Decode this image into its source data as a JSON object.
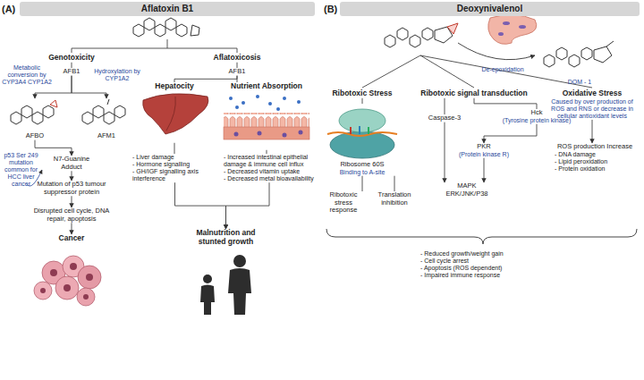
{
  "diagram": {
    "nodes": [
      {
        "text": [
          "Aflatoxin B1"
        ]
      },
      {
        "text": [
          "Genotoxicity"
        ]
      },
      {
        "text": [
          "Aflatoxicosis"
        ]
      },
      {
        "text": [
          "AFB1"
        ]
      },
      {
        "text": [
          "AFBO"
        ]
      },
      {
        "text": [
          "AFM1"
        ]
      },
      {
        "text": [
          "N7-Guanine Adduct"
        ]
      },
      {
        "text": [
          "Mutation of p53 tumour suppressor protein"
        ]
      },
      {
        "text": [
          "Disrupted cell cycle, DNA repair, apoptosis"
        ]
      },
      {
        "text": [
          "Cancer"
        ]
      },
      {
        "text": [
          "AFB1"
        ]
      },
      {
        "text": [
          "Hepatocity"
        ]
      },
      {
        "text": [
          "Nutrient Absorption"
        ]
      },
      {
        "text": [
          "- Liver damage",
          "- Hormone signalling",
          "- GH/IGF signalling axis interference"
        ]
      },
      {
        "text": [
          "- Increased intestinal epithelial damage & immune cell influx",
          "- Decreased vitamin uptake",
          "- Decreased metal bioavailability"
        ]
      },
      {
        "text": [
          "Malnutrition and stunted growth"
        ]
      },
      {
        "text": [
          "Deoxynivalenol"
        ]
      },
      {
        "text": [
          "Ribotoxic Stress"
        ]
      },
      {
        "text": [
          "Ribotoxic signal transduction"
        ]
      },
      {
        "text": [
          "Oxidative Stress",
          "Caused by over production of ROS and RNS or decrease in cellular antioxidant levels"
        ]
      },
      {
        "text": [
          "Ribosome 60S",
          "Binding to A-site"
        ]
      },
      {
        "text": [
          "Ribotoxic stress response"
        ]
      },
      {
        "text": [
          "Translation inhibition"
        ]
      },
      {
        "text": [
          "Caspase-3"
        ]
      },
      {
        "text": [
          "Hck",
          "(Tyrosine protein kinase)"
        ]
      },
      {
        "text": [
          "PKR",
          "(Protein kinase R)"
        ]
      },
      {
        "text": [
          "MAPK ERK/JNK/P38"
        ]
      },
      {
        "text": [
          "ROS production Increase",
          "- DNA damage",
          "- Lipid peroxidation",
          "- Protein oxidation"
        ]
      },
      {
        "text": [
          "- Reduced growth/weight gain",
          "- Cell cycle arrest",
          "- Apoptosis (ROS dependent)",
          "- Impaired immune response"
        ]
      }
    ],
    "edges": [
      {
        "from": 1,
        "to": 3,
        "arrow": "none"
      },
      {
        "from": 3,
        "to": 4,
        "arrow": "to"
      },
      {
        "from": 3,
        "to": 5,
        "arrow": "to"
      },
      {
        "from": 4,
        "to": 6,
        "arrow": "to"
      },
      {
        "from": 6,
        "to": 7,
        "arrow": "to"
      },
      {
        "from": 7,
        "to": 8,
        "arrow": "to"
      },
      {
        "from": 8,
        "to": 9,
        "arrow": "to"
      },
      {
        "from": 2,
        "to": 10,
        "arrow": "none"
      },
      {
        "from": 10,
        "to": 11,
        "arrow": "none"
      },
      {
        "from": 10,
        "to": 12,
        "arrow": "none"
      },
      {
        "from": 11,
        "to": 13,
        "arrow": "none"
      },
      {
        "from": 12,
        "to": 14,
        "arrow": "none"
      },
      {
        "from": 13,
        "to": 15,
        "arrow": "to"
      },
      {
        "from": 14,
        "to": 15,
        "arrow": "to"
      },
      {
        "from": 17,
        "to": 20,
        "arrow": "none"
      },
      {
        "from": 20,
        "to": 21,
        "arrow": "none"
      },
      {
        "from": 20,
        "to": 22,
        "arrow": "none"
      },
      {
        "from": 18,
        "to": 23,
        "arrow": "none"
      },
      {
        "from": 18,
        "to": 24,
        "arrow": "none"
      },
      {
        "from": 24,
        "to": 25,
        "arrow": "to"
      },
      {
        "from": 25,
        "to": 26,
        "arrow": "to"
      },
      {
        "from": 23,
        "to": 26,
        "arrow": "to"
      },
      {
        "from": 19,
        "to": 27,
        "arrow": "to"
      }
    ],
    "labels": [
      "(A)",
      "Metabolic conversion by CYP3A4 CYP1A2",
      "Hydroxylation by CYP1A2",
      "p53 Ser 249 mutation common for HCC liver cancer",
      "(B)",
      "De-epoxidation",
      "DOM - 1"
    ]
  }
}
